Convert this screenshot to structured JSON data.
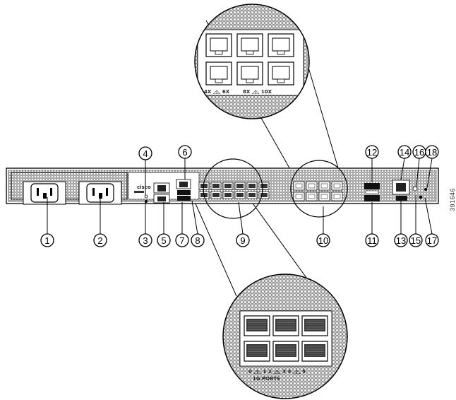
{
  "figure_number": "391646",
  "callouts": [
    "1",
    "2",
    "3",
    "4",
    "5",
    "6",
    "7",
    "8",
    "9",
    "10",
    "11",
    "12",
    "13",
    "14",
    "15",
    "16",
    "17",
    "18"
  ],
  "zoom_top_label": "4X ◿◺ 6X",
  "zoom_top_label2": "8X ◿◺ 10X",
  "zoom_bottom_label": "0 ◿◺ 1   2 ◿◺ 3   4 ◿◺ 5",
  "zoom_bottom_ports": "1G PORTS",
  "brand_logo": "cisco",
  "colors": {
    "line": "#000000",
    "panel": "#f4f4f4",
    "dark": "#1a1a1a"
  }
}
